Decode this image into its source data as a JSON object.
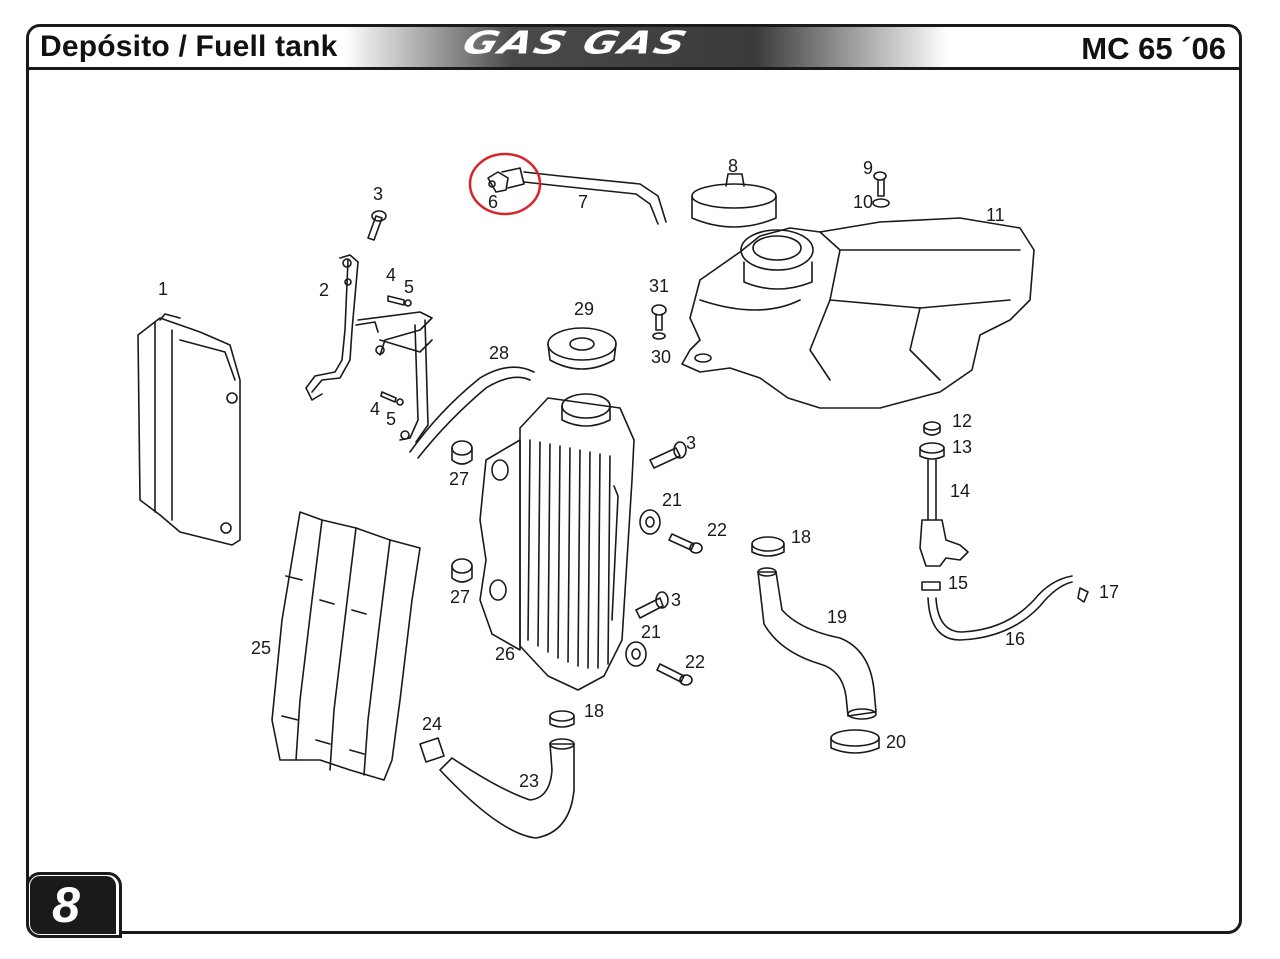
{
  "header": {
    "title_left": "Depósito / Fuell tank",
    "brand": "GAS GAS",
    "title_right": "MC 65 ´06"
  },
  "page_number": "8",
  "colors": {
    "ink": "#1a1a1a",
    "highlight_circle": "#d9232a",
    "header_dark": "#3a3a3a"
  },
  "highlighted_parts": [
    "6"
  ],
  "callouts": [
    {
      "id": "c1",
      "label": "1"
    },
    {
      "id": "c2",
      "label": "2"
    },
    {
      "id": "c3a",
      "label": "3"
    },
    {
      "id": "c4a",
      "label": "4"
    },
    {
      "id": "c5a",
      "label": "5"
    },
    {
      "id": "c4b",
      "label": "4"
    },
    {
      "id": "c5b",
      "label": "5"
    },
    {
      "id": "c6",
      "label": "6"
    },
    {
      "id": "c7",
      "label": "7"
    },
    {
      "id": "c8",
      "label": "8"
    },
    {
      "id": "c9",
      "label": "9"
    },
    {
      "id": "c10",
      "label": "10"
    },
    {
      "id": "c11",
      "label": "11"
    },
    {
      "id": "c12",
      "label": "12"
    },
    {
      "id": "c13",
      "label": "13"
    },
    {
      "id": "c14",
      "label": "14"
    },
    {
      "id": "c15",
      "label": "15"
    },
    {
      "id": "c16",
      "label": "16"
    },
    {
      "id": "c17",
      "label": "17"
    },
    {
      "id": "c18a",
      "label": "18"
    },
    {
      "id": "c18b",
      "label": "18"
    },
    {
      "id": "c19",
      "label": "19"
    },
    {
      "id": "c20",
      "label": "20"
    },
    {
      "id": "c21a",
      "label": "21"
    },
    {
      "id": "c21b",
      "label": "21"
    },
    {
      "id": "c22a",
      "label": "22"
    },
    {
      "id": "c22b",
      "label": "22"
    },
    {
      "id": "c3b",
      "label": "3"
    },
    {
      "id": "c3c",
      "label": "3"
    },
    {
      "id": "c23",
      "label": "23"
    },
    {
      "id": "c24",
      "label": "24"
    },
    {
      "id": "c25",
      "label": "25"
    },
    {
      "id": "c26",
      "label": "26"
    },
    {
      "id": "c27a",
      "label": "27"
    },
    {
      "id": "c27b",
      "label": "27"
    },
    {
      "id": "c28",
      "label": "28"
    },
    {
      "id": "c29",
      "label": "29"
    },
    {
      "id": "c30",
      "label": "30"
    },
    {
      "id": "c31",
      "label": "31"
    }
  ]
}
